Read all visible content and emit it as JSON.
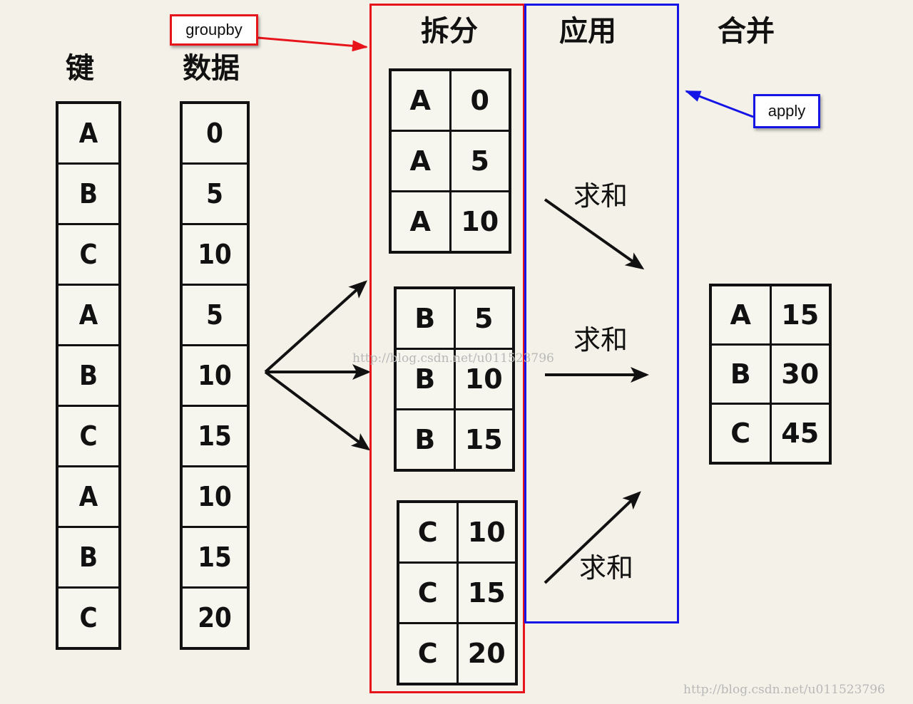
{
  "headings": {
    "keys": "键",
    "data": "数据",
    "split": "拆分",
    "apply": "应用",
    "combine": "合并"
  },
  "keys": [
    "A",
    "B",
    "C",
    "A",
    "B",
    "C",
    "A",
    "B",
    "C"
  ],
  "values": [
    "0",
    "5",
    "10",
    "5",
    "10",
    "15",
    "10",
    "15",
    "20"
  ],
  "groups": [
    {
      "rows": [
        [
          "A",
          "0"
        ],
        [
          "A",
          "5"
        ],
        [
          "A",
          "10"
        ]
      ]
    },
    {
      "rows": [
        [
          "B",
          "5"
        ],
        [
          "B",
          "10"
        ],
        [
          "B",
          "15"
        ]
      ]
    },
    {
      "rows": [
        [
          "C",
          "10"
        ],
        [
          "C",
          "15"
        ],
        [
          "C",
          "20"
        ]
      ]
    }
  ],
  "operations": [
    "求和",
    "求和",
    "求和"
  ],
  "result": [
    [
      "A",
      "15"
    ],
    [
      "B",
      "30"
    ],
    [
      "C",
      "45"
    ]
  ],
  "callouts": {
    "groupby": "groupby",
    "apply": "apply"
  },
  "watermarks": {
    "center": "http://blog.csdn.net/u011523796",
    "corner": "http://blog.csdn.net/u011523796"
  },
  "colors": {
    "groupby_frame": "#e8141c",
    "apply_frame": "#1414e6",
    "ink": "#111111",
    "paper": "#f4f2e8"
  }
}
